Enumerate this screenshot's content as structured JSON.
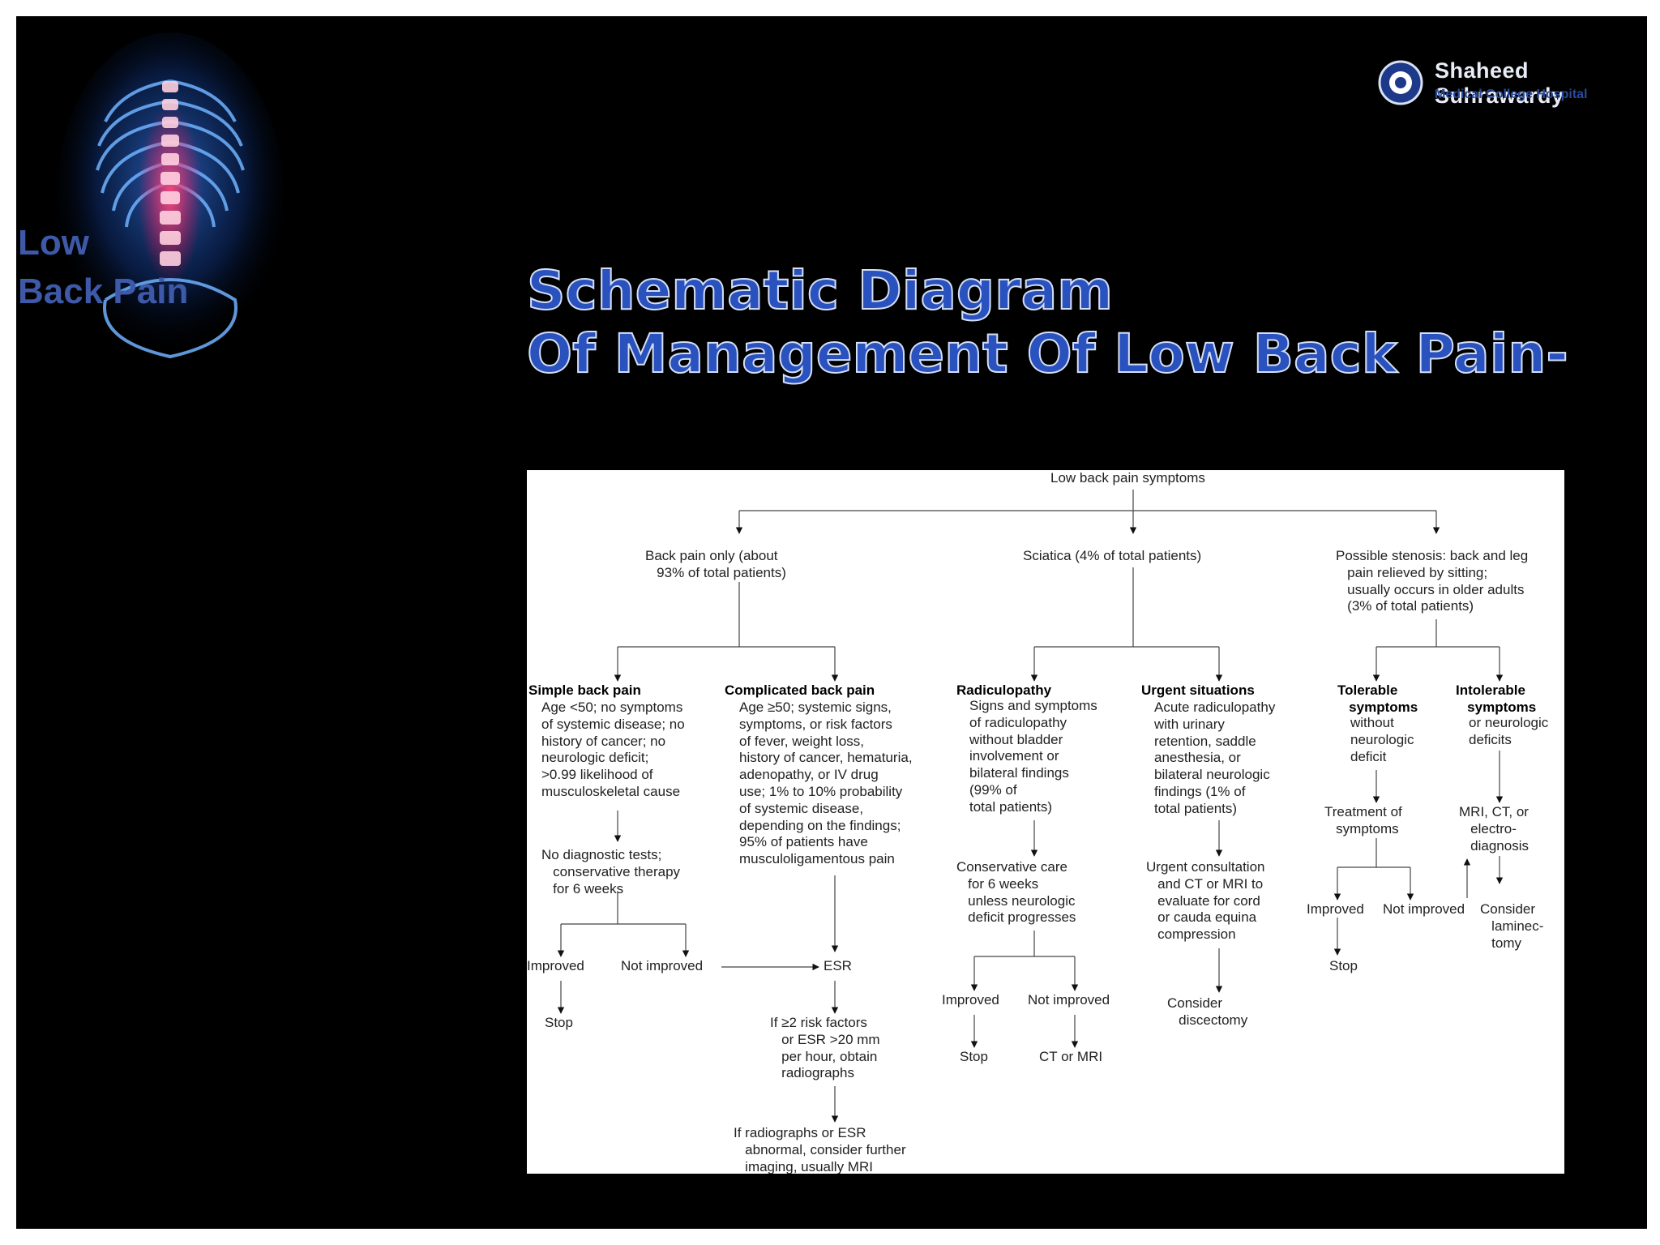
{
  "slide": {
    "corner_title": [
      "Low",
      "Back Pain"
    ],
    "logo": {
      "line1": "Shaheed Suhrawardy",
      "line2": "Medical College Hospital"
    },
    "title_lines": [
      "Schematic Diagram",
      "Of Management Of Low Back Pain-"
    ],
    "colors": {
      "background": "#000000",
      "title": "#2a52be",
      "corner_title": "#3e59a8",
      "spine_highlight": "#ff3366",
      "skeleton": "#3a8ef0"
    }
  },
  "diagram": {
    "root": "Low back pain symptoms",
    "back_pain_only": "Back pain only (about\n   93% of total patients)",
    "sciatica": "Sciatica (4% of total patients)",
    "stenosis": "Possible stenosis: back and leg\n   pain relieved by sitting;\n   usually occurs in older adults\n   (3% of total patients)",
    "simple_head": "Simple back pain",
    "simple_body": "Age <50; no symptoms\nof systemic disease; no\nhistory of cancer; no\nneurologic deficit;\n>0.99 likelihood of\nmusculoskeletal cause",
    "complicated_head": "Complicated back pain",
    "complicated_body": "Age ≥50; systemic signs,\nsymptoms, or risk factors\nof fever, weight loss,\nhistory of cancer, hematuria,\nadenopathy, or IV drug\nuse; 1% to 10% probability\nof systemic disease,\ndepending on the findings;\n95% of patients have\nmusculoligamentous pain",
    "radiculopathy_head": "Radiculopathy",
    "radiculopathy_body": "Signs and symptoms\nof radiculopathy\nwithout bladder\ninvolvement or\nbilateral findings\n(99% of\ntotal patients)",
    "urgent_head": "Urgent situations",
    "urgent_body": "Acute radiculopathy\nwith urinary\nretention, saddle\nanesthesia, or\nbilateral neurologic\nfindings (1% of\ntotal patients)",
    "tolerable_head": "Tolerable\n   symptoms",
    "tolerable_body": "without\nneurologic\ndeficit",
    "intolerable_head": "Intolerable\n   symptoms",
    "intolerable_body": "or neurologic\ndeficits",
    "no_tests": "No diagnostic tests;\n   conservative therapy\n   for 6 weeks",
    "improved_1": "Improved",
    "not_improved_1": "Not improved",
    "stop_1": "Stop",
    "esr": "ESR",
    "risk_factors": "If ≥2 risk factors\n   or ESR >20 mm\n   per hour, obtain\n   radiographs",
    "radiographs": "If radiographs or ESR\n   abnormal, consider further\n   imaging, usually MRI",
    "conservative": "Conservative care\n   for 6 weeks\n   unless neurologic\n   deficit progresses",
    "improved_2": "Improved",
    "not_improved_2": "Not improved",
    "stop_2": "Stop",
    "ct_mri": "CT or MRI",
    "urgent_consult": "Urgent consultation\n   and CT or MRI to\n   evaluate for cord\n   or cauda equina\n   compression",
    "discectomy": "Consider\n   discectomy",
    "treatment": "Treatment of\n   symptoms",
    "improved_3": "Improved",
    "not_improved_3": "Not improved",
    "stop_3": "Stop",
    "mri_ct": "MRI, CT, or\n   electro-\n   diagnosis",
    "laminectomy": "Consider\n   laminec-\n   tomy"
  }
}
